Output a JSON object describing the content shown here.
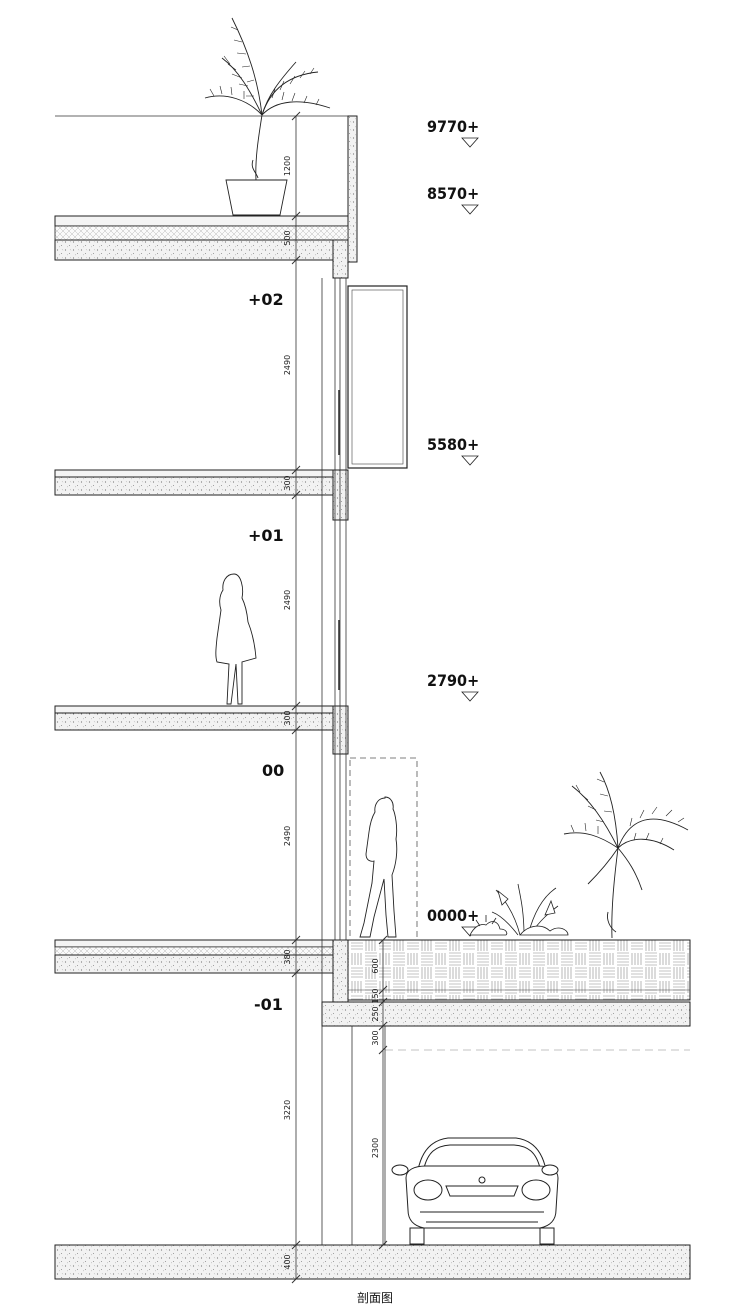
{
  "caption": "剖面图",
  "levels": [
    {
      "label": "9770+"
    },
    {
      "label": "8570+"
    },
    {
      "label": "5580+"
    },
    {
      "label": "2790+"
    },
    {
      "label": "0000+"
    }
  ],
  "floors": [
    {
      "label": "+02"
    },
    {
      "label": "+01"
    },
    {
      "label": "00"
    },
    {
      "label": "-01"
    }
  ],
  "dimensions": {
    "parapet": "1200",
    "roof_slab": "500",
    "floor2_height": "2490",
    "slab2": "300",
    "floor1_height": "2490",
    "slab1": "300",
    "ground_height": "2490",
    "ground_slab": "380",
    "basement_height": "3220",
    "base_slab": "400",
    "planter_depth": "600",
    "gravel": "150",
    "garage_slab": "250",
    "garage_upper": "300",
    "garage_clear": "2300"
  },
  "colors": {
    "line": "#222222",
    "fill": "#e8e8e8",
    "hatch": "#bdbdbd"
  }
}
